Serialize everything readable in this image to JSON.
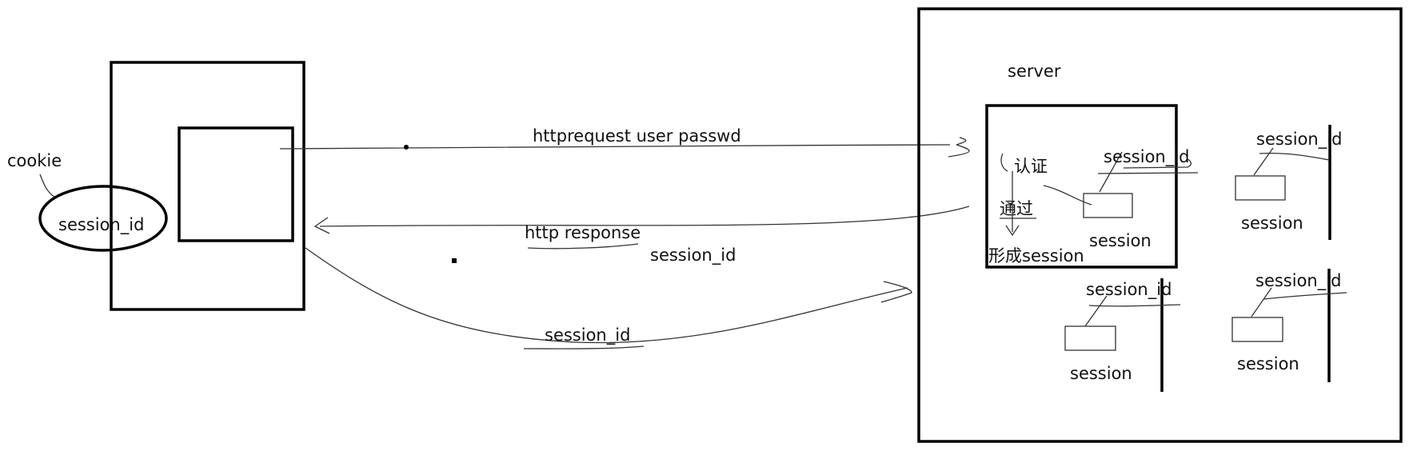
{
  "client": {
    "cookie_label": "cookie",
    "session_label": "session_id"
  },
  "arrows": {
    "request_label": "httprequest user passwd",
    "response_label": "http response",
    "response_session_label": "session_id",
    "later_request_label": "session_id"
  },
  "server": {
    "title": "server",
    "auth_label": "认证",
    "pass_label": "通过",
    "create_label": "形成session",
    "sessions": [
      {
        "id_label": "session_id",
        "label": "session"
      },
      {
        "id_label": "session_id",
        "label": "session"
      },
      {
        "id_label": "session_id",
        "label": "session"
      },
      {
        "id_label": "session_id",
        "label": "session"
      }
    ]
  }
}
